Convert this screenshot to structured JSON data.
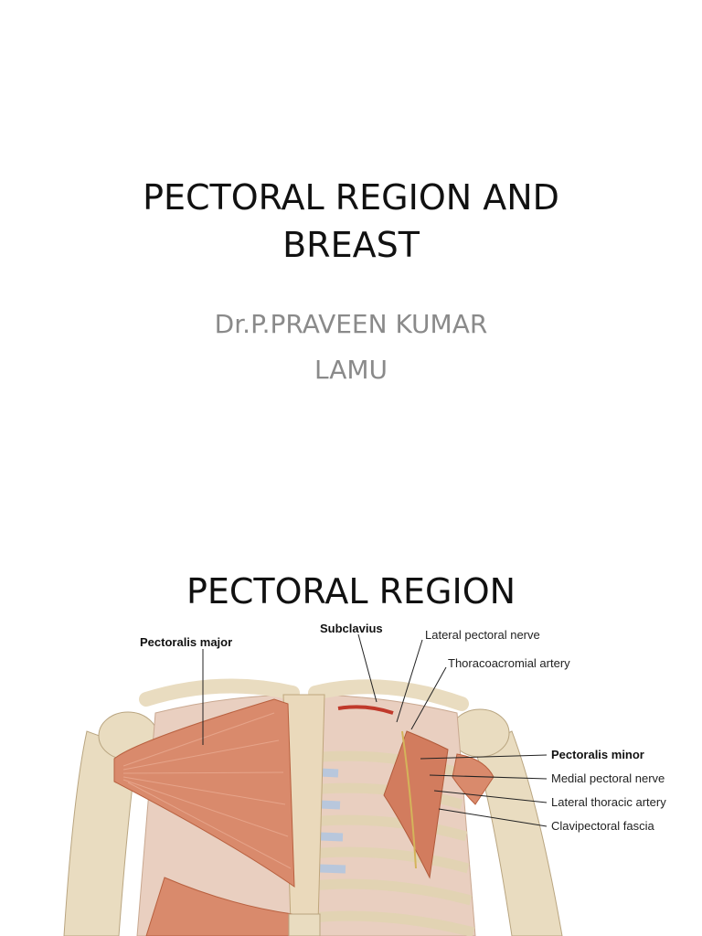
{
  "slide1": {
    "title_line1": "PECTORAL REGION AND",
    "title_line2": "BREAST",
    "author_line1": "Dr.P.PRAVEEN KUMAR",
    "author_line2": "LAMU"
  },
  "slide2": {
    "title": "PECTORAL REGION",
    "figure_labels": {
      "subclavius": "Subclavius",
      "pectoralis_major": "Pectoralis major",
      "lateral_pectoral_nerve": "Lateral pectoral nerve",
      "thoracoacromial_artery": "Thoracoacromial artery",
      "pectoralis_minor": "Pectoralis minor",
      "medial_pectoral_nerve": "Medial pectoral nerve",
      "lateral_thoracic_artery": "Lateral thoracic artery",
      "clavipectoral_fascia": "Clavipectoral fascia"
    }
  },
  "colors": {
    "bone": "#e9dcc0",
    "muscle": "#d98a6c",
    "muscle_dark": "#c2684c",
    "cartilage": "#b8c7dc"
  }
}
